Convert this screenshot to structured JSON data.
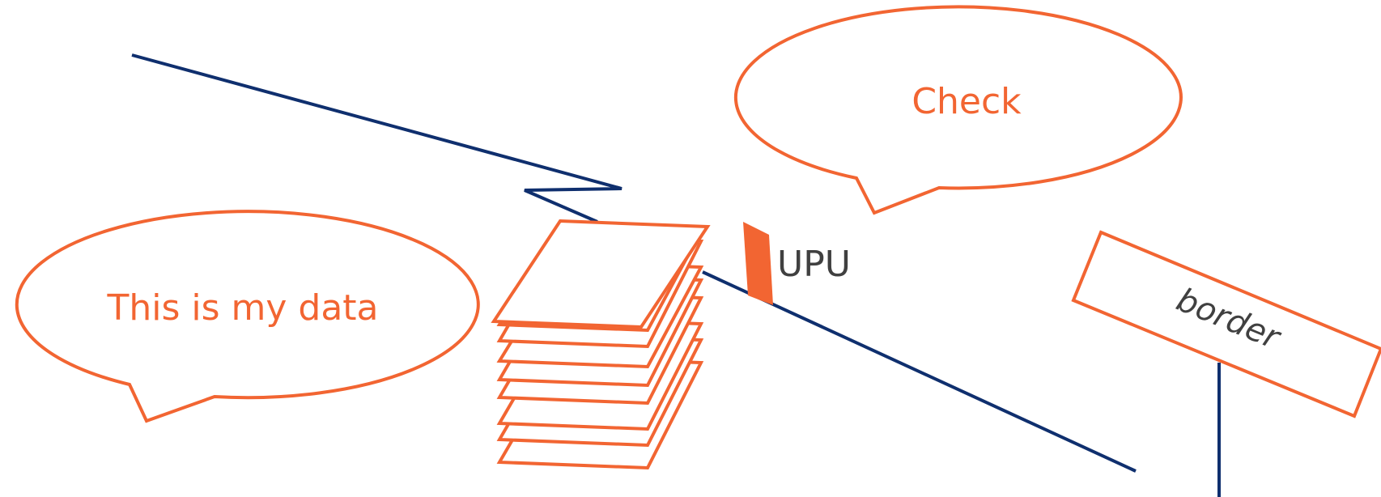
{
  "labels": {
    "left_bubble": "This is my data",
    "top_bubble": "Check",
    "marker": "UPU",
    "sign": "border"
  },
  "colors": {
    "orange": "#F26532",
    "navy": "#0F2F6E",
    "text_gray": "#404040",
    "background": "#FFFFFF"
  }
}
